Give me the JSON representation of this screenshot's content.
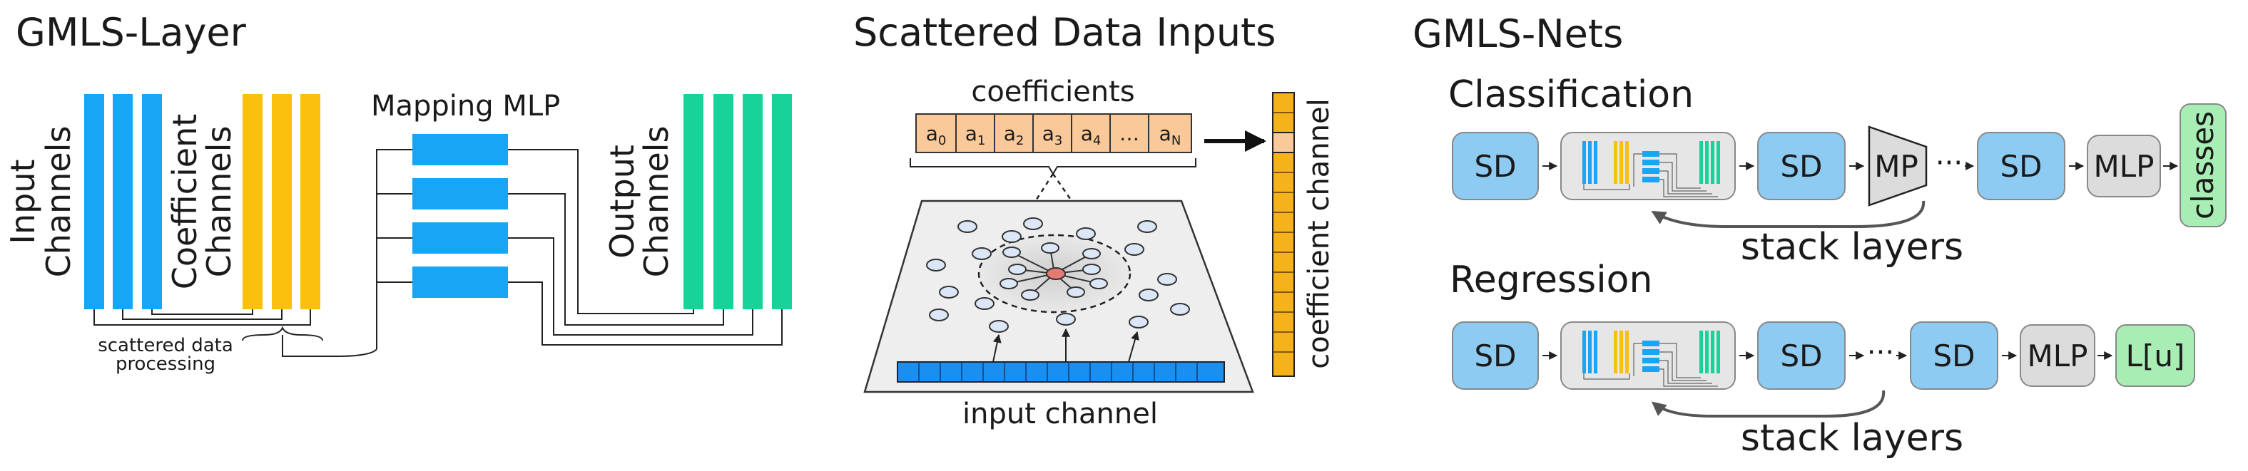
{
  "panels": {
    "layer": {
      "title": "GMLS-Layer",
      "input_label": [
        "Input",
        "Channels"
      ],
      "coef_label": [
        "Coefficient",
        "Channels"
      ],
      "mlp_label": "Mapping MLP",
      "output_label": [
        "Output",
        "Channels"
      ],
      "note": [
        "scattered data",
        "processing"
      ]
    },
    "scatter": {
      "title": "Scattered Data Inputs",
      "coef_title": "coefficients",
      "coefficients": [
        "a0",
        "a1",
        "a2",
        "a3",
        "a4",
        "…",
        "aN"
      ],
      "input_label": "input channel",
      "coef_channel_label": "coefficient channel"
    },
    "nets": {
      "title": "GMLS-Nets",
      "classification": {
        "heading": "Classification",
        "nodes": [
          "SD",
          "SD",
          "MP",
          "SD",
          "MLP"
        ],
        "output": "classes",
        "ellipsis": "···",
        "loop": "stack layers"
      },
      "regression": {
        "heading": "Regression",
        "nodes": [
          "SD",
          "SD",
          "SD",
          "MLP"
        ],
        "output": "L[u]",
        "ellipsis": "···",
        "loop": "stack layers"
      }
    }
  },
  "colors": {
    "input": "#16a6f5",
    "coef": "#fbbf0d",
    "output": "#17d399",
    "mlp": "#16a6f5",
    "coef_cell": "#f9c99a",
    "sd_node": "#8ecbf2",
    "gray_node": "#dcdcdc",
    "green_node": "#a8eeb4",
    "bar_blue": "#1a8ff0",
    "bar_orange": "#f6b21b"
  }
}
